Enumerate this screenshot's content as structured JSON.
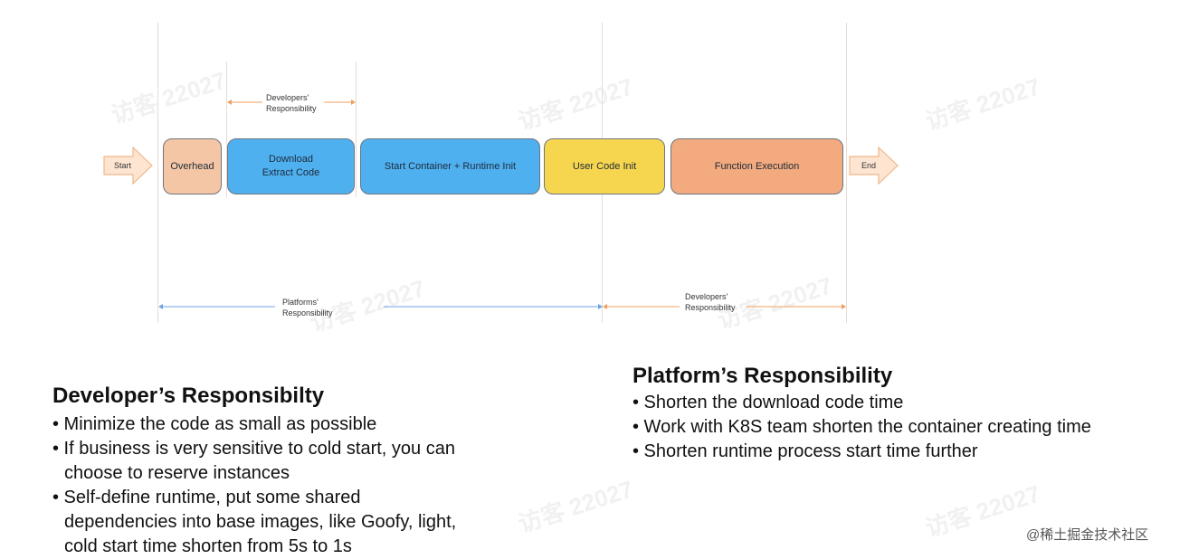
{
  "diagram": {
    "start_label": "Start",
    "end_label": "End",
    "stages": [
      {
        "label": "Overhead",
        "color": "#f5c6a5"
      },
      {
        "label": "Download\nExtract Code",
        "color": "#4fb0f0"
      },
      {
        "label": "Start Container + Runtime Init",
        "color": "#4fb0f0"
      },
      {
        "label": "User Code Init",
        "color": "#f7d64f"
      },
      {
        "label": "Function Execution",
        "color": "#f2aa7e"
      }
    ],
    "top_bracket": "Developers'\nResponsibility",
    "bottom_left_bracket": "Platforms'\nResponsibility",
    "bottom_right_bracket": "Developers'\nResponsibility"
  },
  "developer_section": {
    "heading": "Developer’s Responsibilty",
    "bullets": [
      "• Minimize the code as small as possible",
      "• If business is very sensitive to cold start, you can choose to reserve instances",
      "• Self-define runtime, put some shared dependencies into base images, like Goofy, light, cold start time shorten from 5s to 1s"
    ]
  },
  "platform_section": {
    "heading": "Platform’s Responsibility",
    "bullets": [
      "• Shorten the download code time",
      "• Work with K8S team shorten the container creating time",
      "• Shorten runtime process start time further"
    ]
  },
  "watermark_text": "访客 22027",
  "credit": "@稀土掘金技术社区",
  "colors": {
    "arrow_fill": "#fde5d2",
    "arrow_stroke": "#f0b889",
    "orange_line": "#f0a060",
    "blue_line": "#6ea6e0"
  }
}
